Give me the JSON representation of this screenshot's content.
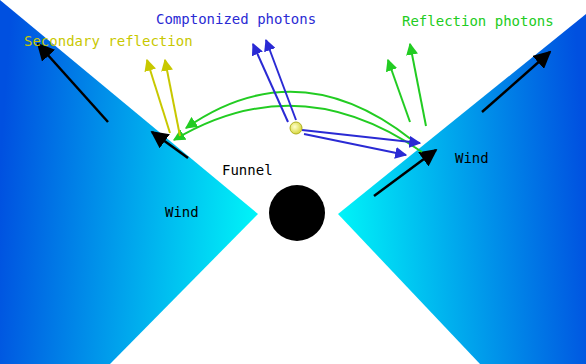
{
  "diagram": {
    "nodes": [
      {
        "text": [
          "Wind"
        ]
      },
      {
        "text": [
          "Wind"
        ]
      }
    ],
    "labels": [
      "Secondary reflection",
      "Comptonized photons",
      "Reflection photons",
      "Funnel"
    ]
  }
}
